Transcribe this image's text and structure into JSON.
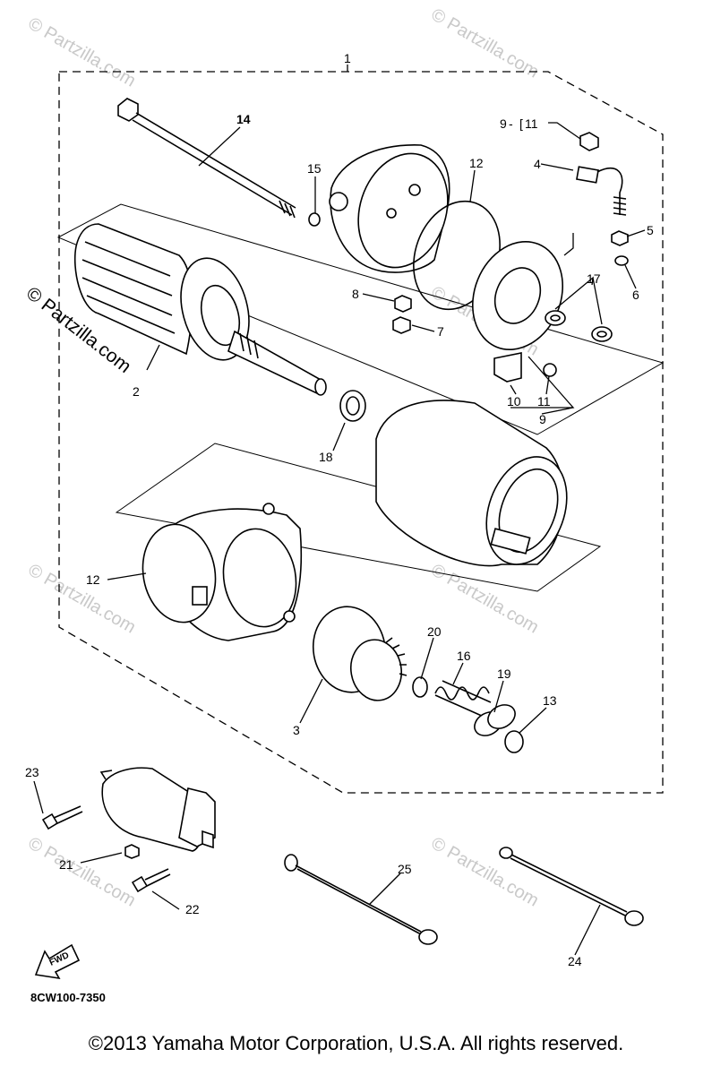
{
  "diagram": {
    "callouts": {
      "c1": "1",
      "c2": "2",
      "c3": "3",
      "c4": "4",
      "c5": "5",
      "c6": "6",
      "c7": "7",
      "c8": "8",
      "c9_top": "9",
      "c11_top": "11",
      "c9_bottom": "9",
      "c10": "10",
      "c11_bottom": "11",
      "c12_top": "12",
      "c12_left": "12",
      "c13": "13",
      "c14": "14",
      "c15": "15",
      "c16": "16",
      "c17": "17",
      "c18": "18",
      "c19": "19",
      "c20": "20",
      "c21": "21",
      "c22": "22",
      "c23": "23",
      "c24": "24",
      "c25": "25"
    },
    "fwd_label": "FWD",
    "drawing_code": "8CW100-7350",
    "watermark": "© Partzilla.com"
  },
  "footer": {
    "copyright": "©2013  Yamaha Motor Corporation, U.S.A. All rights reserved."
  }
}
